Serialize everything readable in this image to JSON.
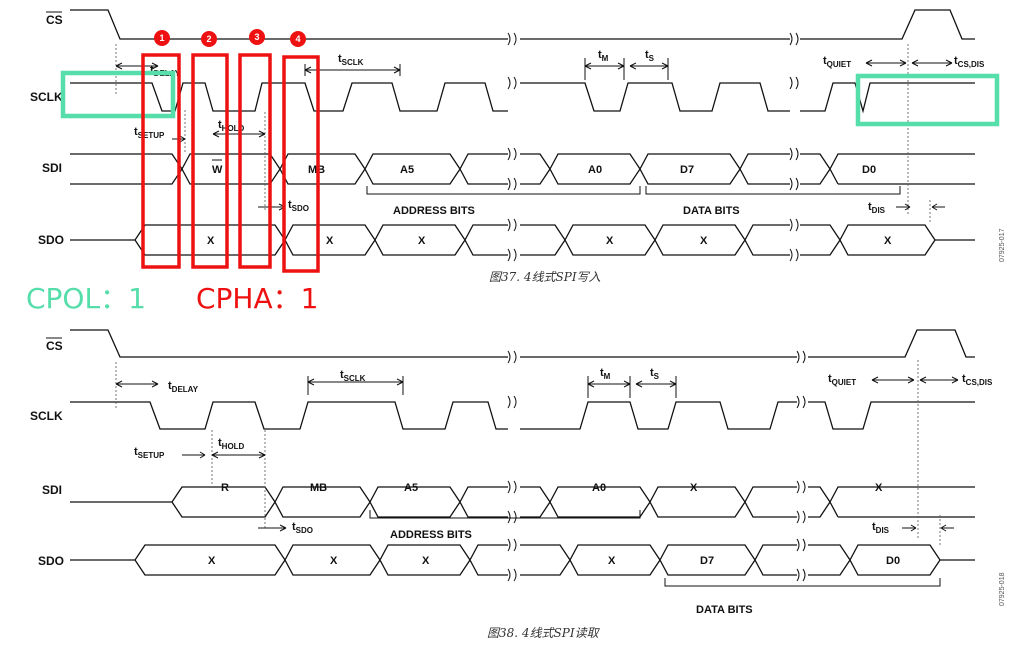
{
  "signals": [
    "CS",
    "SCLK",
    "SDI",
    "SDO"
  ],
  "timings": {
    "delay": {
      "main": "t",
      "sub": "DELAY"
    },
    "sclk": {
      "main": "t",
      "sub": "SCLK"
    },
    "m": {
      "main": "t",
      "sub": "M"
    },
    "s": {
      "main": "t",
      "sub": "S"
    },
    "quiet": {
      "main": "t",
      "sub": "QUIET"
    },
    "csdis": {
      "main": "t",
      "sub": "CS,DIS"
    },
    "setup": {
      "main": "t",
      "sub": "SETUP"
    },
    "hold": {
      "main": "t",
      "sub": "HOLD"
    },
    "sdo": {
      "main": "t",
      "sub": "SDO"
    },
    "dis": {
      "main": "t",
      "sub": "DIS"
    }
  },
  "write_diagram": {
    "sdi_cells": [
      "W",
      "MB",
      "A5",
      "A0",
      "D7",
      "D0"
    ],
    "sdo_cells": [
      "X",
      "X",
      "X",
      "X",
      "X",
      "X"
    ],
    "address_label": "ADDRESS BITS",
    "data_label": "DATA BITS",
    "caption": "图37. 4线式SPI写入",
    "side_code": "07925-017"
  },
  "read_diagram": {
    "sdi_cells": [
      "R",
      "MB",
      "A5",
      "A0",
      "X",
      "X"
    ],
    "sdo_cells": [
      "X",
      "X",
      "X",
      "X",
      "D7",
      "D0"
    ],
    "address_label": "ADDRESS BITS",
    "data_label": "DATA BITS",
    "caption": "图38. 4线式SPI读取",
    "side_code": "07925-018"
  },
  "annotations": {
    "badges": [
      "1",
      "2",
      "3",
      "4"
    ],
    "cpol": "CPOL：1",
    "cpha": "CPHA：1",
    "colors": {
      "red": "#ee1111",
      "green": "#55ddaa"
    }
  }
}
